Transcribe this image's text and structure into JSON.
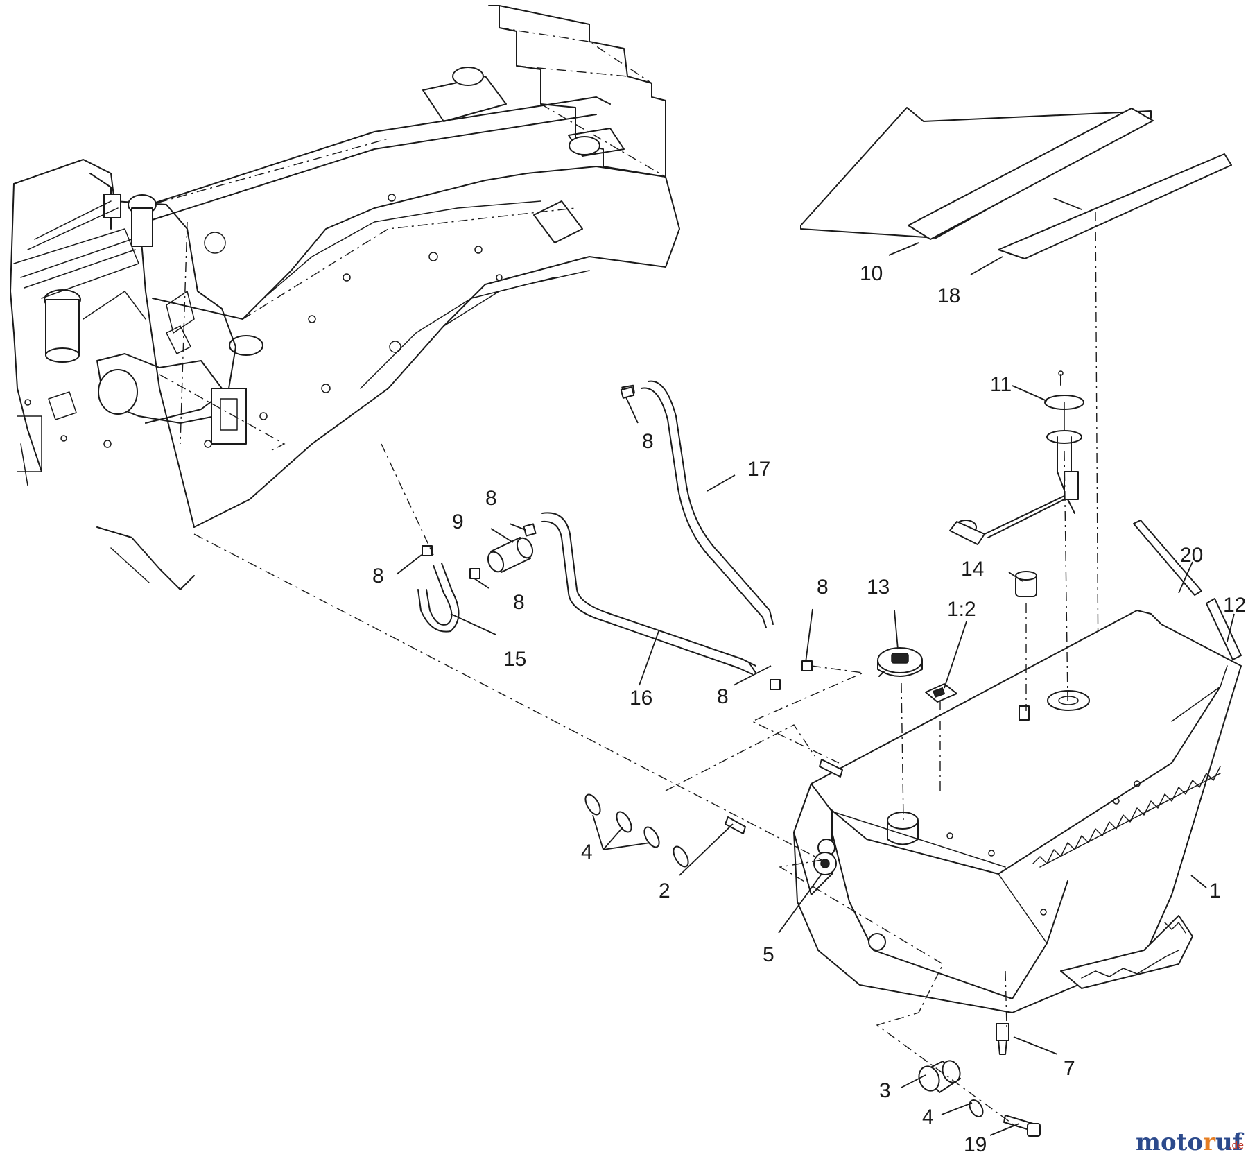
{
  "diagram": {
    "callouts": [
      "10",
      "18",
      "11",
      "8",
      "17",
      "9",
      "8",
      "8",
      "8",
      "15",
      "16",
      "8",
      "8",
      "13",
      "1:2",
      "14",
      "20",
      "12",
      "4",
      "2",
      "5",
      "1",
      "7",
      "3",
      "4",
      "19"
    ]
  },
  "watermark": {
    "text": "motoruf",
    "suffix": ".de"
  },
  "colors": {
    "line": "#1a1a1a",
    "watermark_blue": "#2c4a8c",
    "watermark_orange": "#e67e22",
    "watermark_red": "#c0392b"
  }
}
